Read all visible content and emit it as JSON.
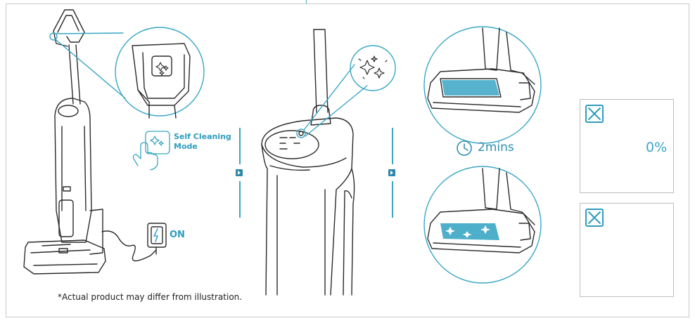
{
  "labels": {
    "mode": "Self Cleaning\nMode",
    "power": "ON",
    "footnote": "*Actual product may differ from illustration.",
    "timer": "2mins",
    "battery_percent": "0%"
  },
  "colors": {
    "accent": "#3aa6c4",
    "accent_dark": "#2e86ab",
    "line": "#2b2b2b",
    "panel_border": "#bdbdbd"
  },
  "icons": [
    "sparkle-icon",
    "hand-press-icon",
    "plug-icon",
    "clock-icon",
    "close-icon",
    "battery-icon",
    "up-arrow-icon",
    "step-arrow-icon"
  ]
}
